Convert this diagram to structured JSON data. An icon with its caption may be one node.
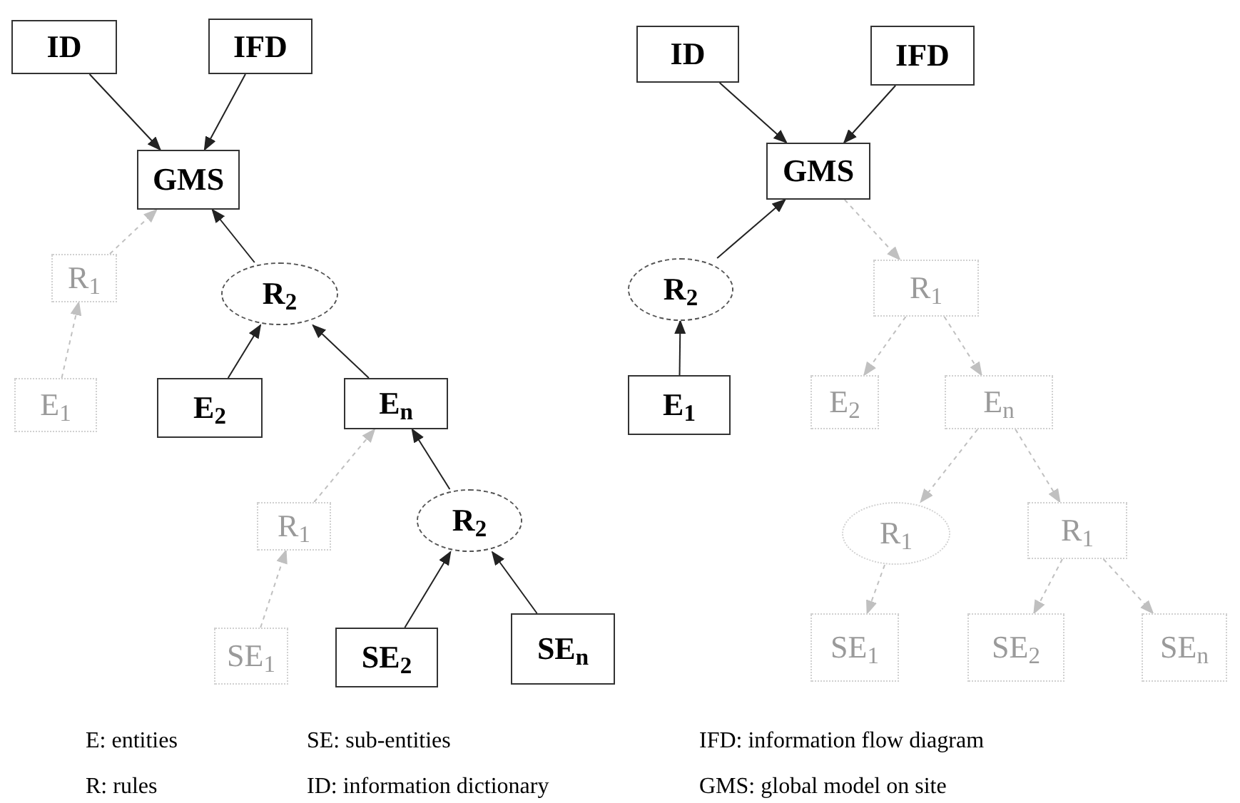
{
  "diagram": {
    "nodes": [
      {
        "text": [
          "ID"
        ]
      },
      {
        "text": [
          "IFD"
        ]
      },
      {
        "text": [
          "GMS"
        ]
      },
      {
        "text": [
          "R$_{1}$"
        ]
      },
      {
        "text": [
          "R$_{2}$"
        ]
      },
      {
        "text": [
          "E$_{1}$"
        ]
      },
      {
        "text": [
          "E$_{2}$"
        ]
      },
      {
        "text": [
          "E$_{n}$"
        ]
      },
      {
        "text": [
          "R$_{1}$"
        ]
      },
      {
        "text": [
          "R$_{2}$"
        ]
      },
      {
        "text": [
          "SE$_{1}$"
        ]
      },
      {
        "text": [
          "SE$_{2}$"
        ]
      },
      {
        "text": [
          "SE$_{n}$"
        ]
      },
      {
        "text": [
          "ID"
        ]
      },
      {
        "text": [
          "IFD"
        ]
      },
      {
        "text": [
          "GMS"
        ]
      },
      {
        "text": [
          "R$_{2}$"
        ]
      },
      {
        "text": [
          "R$_{1}$"
        ]
      },
      {
        "text": [
          "E$_{1}$"
        ]
      },
      {
        "text": [
          "E$_{2}$"
        ]
      },
      {
        "text": [
          "E$_{n}$"
        ]
      },
      {
        "text": [
          "R$_{1}$"
        ]
      },
      {
        "text": [
          "R$_{1}$"
        ]
      },
      {
        "text": [
          "SE$_{1}$"
        ]
      },
      {
        "text": [
          "SE$_{2}$"
        ]
      },
      {
        "text": [
          "SE$_{n}$"
        ]
      }
    ],
    "edges": [
      {
        "from": 0,
        "to": 2,
        "arrow": "to"
      },
      {
        "from": 1,
        "to": 2,
        "arrow": "to"
      },
      {
        "from": 3,
        "to": 2,
        "arrow": "to",
        "style": "dashed",
        "color": "#c0c0c0"
      },
      {
        "from": 4,
        "to": 2,
        "arrow": "to"
      },
      {
        "from": 5,
        "to": 3,
        "arrow": "to",
        "style": "dashed",
        "color": "#c0c0c0"
      },
      {
        "from": 6,
        "to": 4,
        "arrow": "to"
      },
      {
        "from": 7,
        "to": 4,
        "arrow": "to"
      },
      {
        "from": 8,
        "to": 7,
        "arrow": "to",
        "style": "dashed",
        "color": "#c0c0c0"
      },
      {
        "from": 9,
        "to": 7,
        "arrow": "to"
      },
      {
        "from": 10,
        "to": 8,
        "arrow": "to",
        "style": "dashed",
        "color": "#c0c0c0"
      },
      {
        "from": 11,
        "to": 9,
        "arrow": "to"
      },
      {
        "from": 12,
        "to": 9,
        "arrow": "to"
      },
      {
        "from": 13,
        "to": 15,
        "arrow": "to"
      },
      {
        "from": 14,
        "to": 15,
        "arrow": "to"
      },
      {
        "from": 16,
        "to": 15,
        "arrow": "to"
      },
      {
        "from": 15,
        "to": 17,
        "arrow": "to",
        "style": "dashed",
        "color": "#c0c0c0"
      },
      {
        "from": 18,
        "to": 16,
        "arrow": "to"
      },
      {
        "from": 17,
        "to": 19,
        "arrow": "to",
        "style": "dashed",
        "color": "#c0c0c0"
      },
      {
        "from": 17,
        "to": 20,
        "arrow": "to",
        "style": "dashed",
        "color": "#c0c0c0"
      },
      {
        "from": 20,
        "to": 21,
        "arrow": "to",
        "style": "dashed",
        "color": "#c0c0c0"
      },
      {
        "from": 20,
        "to": 22,
        "arrow": "to",
        "style": "dashed",
        "color": "#c0c0c0"
      },
      {
        "from": 21,
        "to": 23,
        "arrow": "to",
        "style": "dashed",
        "color": "#c0c0c0"
      },
      {
        "from": 22,
        "to": 24,
        "arrow": "to",
        "style": "dashed",
        "color": "#c0c0c0"
      },
      {
        "from": 22,
        "to": 25,
        "arrow": "to",
        "style": "dashed",
        "color": "#c0c0c0"
      }
    ],
    "labels": [
      "E: entities",
      "SE: sub-entities",
      "IFD: information flow diagram",
      "R: rules",
      "ID: information dictionary",
      "GMS: global model on site"
    ]
  }
}
